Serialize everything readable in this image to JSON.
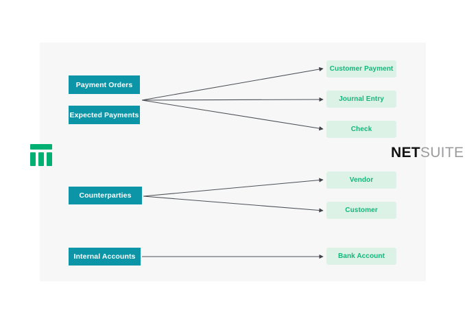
{
  "diagram": {
    "title": "NetSuite record mapping diagram",
    "panel": {
      "background": "#f7f7f7"
    },
    "colors": {
      "source_fill": "#0b95a7",
      "source_text": "#ffffff",
      "target_fill": "#ddf2e7",
      "target_text": "#12b678",
      "connector": "#4a4f55",
      "brand_green": "#00af72",
      "logo_dark": "#111111",
      "logo_grey": "#9b9b9d"
    },
    "source_nodes": [
      {
        "id": "payment-orders",
        "label": "Payment Orders"
      },
      {
        "id": "expected-payments",
        "label": "Expected Payments"
      },
      {
        "id": "counterparties",
        "label": "Counterparties"
      },
      {
        "id": "internal-accounts",
        "label": "Internal Accounts"
      }
    ],
    "target_nodes": [
      {
        "id": "customer-payment",
        "label": "Customer Payment"
      },
      {
        "id": "journal-entry",
        "label": "Journal Entry"
      },
      {
        "id": "check",
        "label": "Check"
      },
      {
        "id": "vendor",
        "label": "Vendor"
      },
      {
        "id": "customer",
        "label": "Customer"
      },
      {
        "id": "bank-account",
        "label": "Bank Account"
      }
    ],
    "connections": [
      {
        "from": "payment-orders",
        "to": "customer-payment"
      },
      {
        "from": "payment-orders",
        "to": "journal-entry"
      },
      {
        "from": "payment-orders",
        "to": "check"
      },
      {
        "from": "counterparties",
        "to": "vendor"
      },
      {
        "from": "counterparties",
        "to": "customer"
      },
      {
        "from": "internal-accounts",
        "to": "bank-account"
      }
    ]
  },
  "brand": {
    "mark_name": "green-pillars-logo",
    "wordmark_bold": "NET",
    "wordmark_light": "SUITE"
  }
}
